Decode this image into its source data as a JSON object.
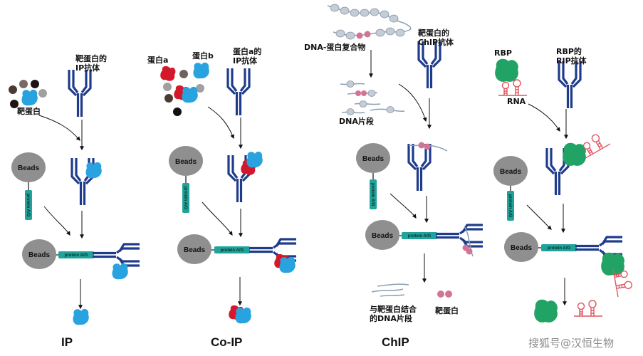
{
  "colors": {
    "antibody": "#1f3c8c",
    "bead": "#8f8f8f",
    "proteinAG": "#1fa39a",
    "targetProtein": "#29a3e0",
    "proteinB": "#d4182c",
    "rbp": "#22a366",
    "rna": "#e05561",
    "dna": "#8aa0b5",
    "nucleosome": "#c4ccd6"
  },
  "labels": {
    "beads": "Beads",
    "protein_ag": "protein A/G"
  },
  "panels": {
    "ip": {
      "title": "IP",
      "antibody_label_1": "靶蛋白的",
      "antibody_label_2": "IP抗体",
      "target_label": "靶蛋白"
    },
    "coip": {
      "title": "Co-IP",
      "protein_a": "蛋白a",
      "protein_b": "蛋白b",
      "antibody_label_1": "蛋白a的",
      "antibody_label_2": "IP抗体"
    },
    "chip": {
      "title": "ChIP",
      "complex_label": "DNA-蛋白复合物",
      "antibody_label_1": "靶蛋白的",
      "antibody_label_2": "ChIP抗体",
      "fragment_label": "DNA片段",
      "result_dna_1": "与靶蛋白结合",
      "result_dna_2": "的DNA片段",
      "result_protein": "靶蛋白"
    },
    "rip": {
      "rbp_label": "RBP",
      "antibody_label_1": "RBP的",
      "antibody_label_2": "RIP抗体",
      "rna_label": "RNA"
    }
  },
  "watermark": "搜狐号@汉恒生物"
}
